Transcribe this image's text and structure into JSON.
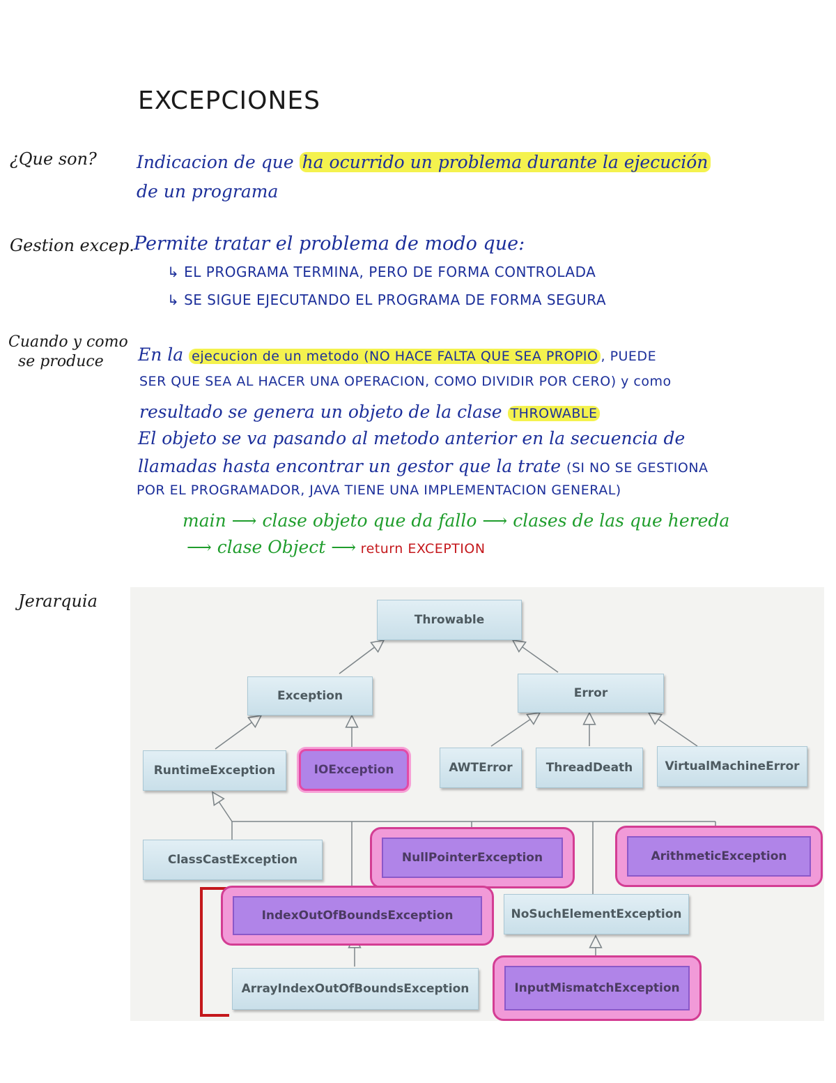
{
  "title": "EXCEPCIONES",
  "sections": {
    "que_son": {
      "label": "¿Que son?",
      "line1_pre": "Indicacion de que ",
      "line1_hl": "ha ocurrido un problema durante la ejecución",
      "line2": "de un programa"
    },
    "gestion": {
      "label": "Gestion excep.",
      "line1": "Permite tratar el problema de modo que:",
      "sub1": "↳ EL PROGRAMA TERMINA, PERO DE FORMA CONTROLADA",
      "sub2": "↳ SE SIGUE EJECUTANDO EL PROGRAMA DE FORMA SEGURA"
    },
    "cuando": {
      "label_1": "Cuando y como",
      "label_2": "se produce",
      "line1_pre": "En la ",
      "line1_hl": "ejecucion de un metodo (NO HACE FALTA QUE SEA PROPIO",
      "line1_post": ", PUEDE",
      "line2": "SER QUE SEA AL HACER UNA OPERACION, COMO DIVIDIR POR CERO) y como",
      "line3_pre": "resultado se genera un objeto de la clase ",
      "line3_hl": "THROWABLE",
      "line4": "El objeto se va pasando al metodo anterior en la secuencia de",
      "line5_pre": "llamadas hasta encontrar un gestor que la trate ",
      "line5_caps": "(SI NO SE GESTIONA",
      "line6": "POR EL PROGRAMADOR, JAVA TIENE UNA IMPLEMENTACION GENERAL)",
      "green1": "main ⟶ clase objeto que da fallo ⟶ clases de las que hereda",
      "green2": "⟶ clase Object ⟶",
      "red_tail": " return EXCEPTION"
    },
    "jerarquia": {
      "label": "Jerarquia"
    }
  },
  "diagram": {
    "throwable": "Throwable",
    "exception": "Exception",
    "error": "Error",
    "runtime": "RuntimeException",
    "ioexception": "IOException",
    "awterror": "AWTError",
    "threaddeath": "ThreadDeath",
    "vmerror": "VirtualMachineError",
    "classcast": "ClassCastException",
    "nullpointer": "NullPointerException",
    "arithmetic": "ArithmeticException",
    "indexoutofbounds": "IndexOutOfBoundsException",
    "nosuchelement": "NoSuchElementException",
    "arrayindex": "ArrayIndexOutOfBoundsException",
    "inputmismatch": "InputMismatchException",
    "colors": {
      "node": "#cfe3ec",
      "highlight": "#b084e8",
      "highlight_border": "#e24aa6",
      "bracket": "#c4181c"
    }
  }
}
